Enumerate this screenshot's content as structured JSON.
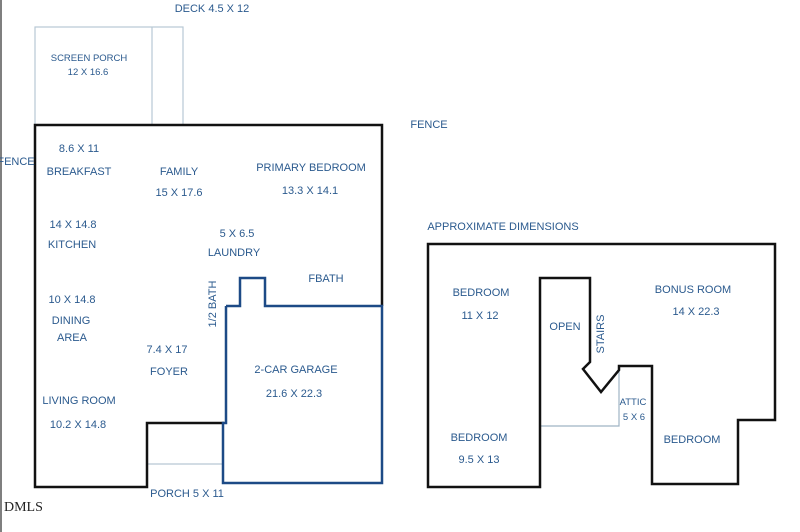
{
  "colors": {
    "text": "#2b5a8e",
    "wall": "#111111",
    "garage": "#1d4a86",
    "light": "#b8c8d4"
  },
  "labels": {
    "deck": "DECK 4.5 X 12",
    "screen_porch": "SCREEN PORCH",
    "screen_porch_dim": "12 X 16.6",
    "fence_top": "FENCE",
    "fence_left": "FENCE",
    "breakfast_dim": "8.6 X 11",
    "breakfast": "BREAKFAST",
    "family": "FAMILY",
    "family_dim": "15 X 17.6",
    "primary": "PRIMARY BEDROOM",
    "primary_dim": "13.3 X 14.1",
    "kitchen_dim": "14 X 14.8",
    "kitchen": "KITCHEN",
    "laundry_dim": "5 X 6.5",
    "laundry": "LAUNDRY",
    "fbath": "FBATH",
    "half_bath": "1/2 BATH",
    "dining_dim": "10 X 14.8",
    "dining1": "DINING",
    "dining2": "AREA",
    "foyer_dim": "7.4 X 17",
    "foyer": "FOYER",
    "garage": "2-CAR GARAGE",
    "garage_dim": "21.6 X 22.3",
    "living": "LIVING ROOM",
    "living_dim": "10.2 X 14.8",
    "porch": "PORCH 5 X 11",
    "approx": "APPROXIMATE DIMENSIONS",
    "bed1": "BEDROOM",
    "bed1_dim": "11 X 12",
    "open": "OPEN",
    "stairs": "STAIRS",
    "bonus": "BONUS ROOM",
    "bonus_dim": "14 X 22.3",
    "attic": "ATTIC",
    "attic_dim": "5 X 6",
    "bed2": "BEDROOM",
    "bed2_dim": "9.5 X 13",
    "bed3": "BEDROOM",
    "dmls": "DMLS"
  }
}
